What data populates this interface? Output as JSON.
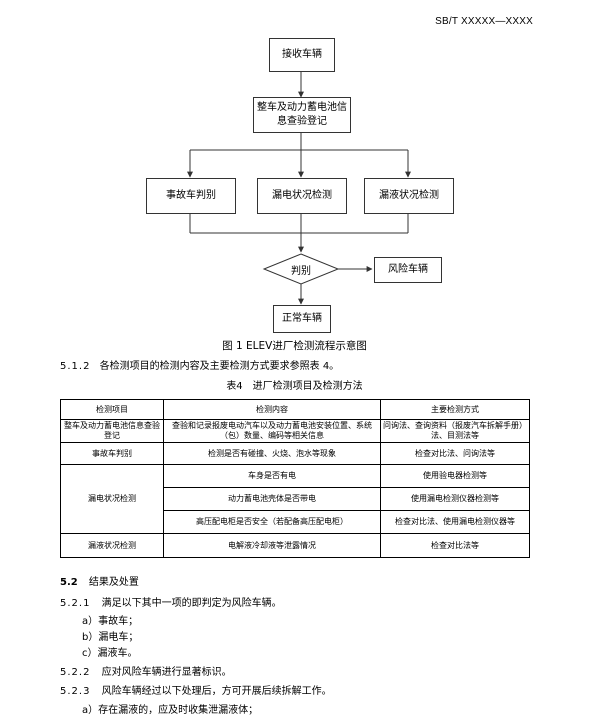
{
  "header": {
    "standard_no": "SB/T XXXXX—XXXX"
  },
  "flow": {
    "receive": "接收车辆",
    "register_line1": "整车及动力蓄电池信",
    "register_line2": "息查验登记",
    "accident": "事故车判别",
    "leak_elec": "漏电状况检测",
    "leak_fluid": "漏液状况检测",
    "judge": "判别",
    "risk": "风险车辆",
    "normal": "正常车辆"
  },
  "figure_caption": "图 1 ELEV进厂检测流程示意图",
  "p512": {
    "num": "5.1.2",
    "text": "各检测项目的检测内容及主要检测方式要求参照表 4。"
  },
  "table_caption": "表4　进厂检测项目及检测方法",
  "table": {
    "headers": [
      "检测项目",
      "检测内容",
      "主要检测方式"
    ],
    "r1": [
      "整车及动力蓄电池信息查验登记",
      "查验和记录报废电动汽车以及动力蓄电池安装位置、系统（包）数量、编码等相关信息",
      "问询法、查询资料（报废汽车拆解手册）法、目测法等"
    ],
    "r2": [
      "事故车判别",
      "检测是否有碰撞、火烧、泡水等现象",
      "检查对比法、问询法等"
    ],
    "r3_item": "漏电状况检测",
    "r3a": [
      "车身是否有电",
      "使用验电器检测等"
    ],
    "r3b": [
      "动力蓄电池壳体是否带电",
      "使用漏电检测仪器检测等"
    ],
    "r3c": [
      "高压配电柜是否安全（若配备高压配电柜）",
      "检查对比法、使用漏电检测仪器等"
    ],
    "r4": [
      "漏液状况检测",
      "电解液冷却液等泄露情况",
      "检查对比法等"
    ]
  },
  "s52": {
    "num": "5.2",
    "title": "结果及处置"
  },
  "s521": {
    "num": "5.2.1",
    "text": "满足以下其中一项的即判定为风险车辆。"
  },
  "list521": [
    "a）事故车；",
    "b）漏电车；",
    "c）漏液车。"
  ],
  "s522": {
    "num": "5.2.2",
    "text": "应对风险车辆进行显著标识。"
  },
  "s523": {
    "num": "5.2.3",
    "text": "风险车辆经过以下处理后，方可开展后续拆解工作。"
  },
  "list523": [
    "a）存在漏液的，应及时收集泄漏液体；"
  ]
}
